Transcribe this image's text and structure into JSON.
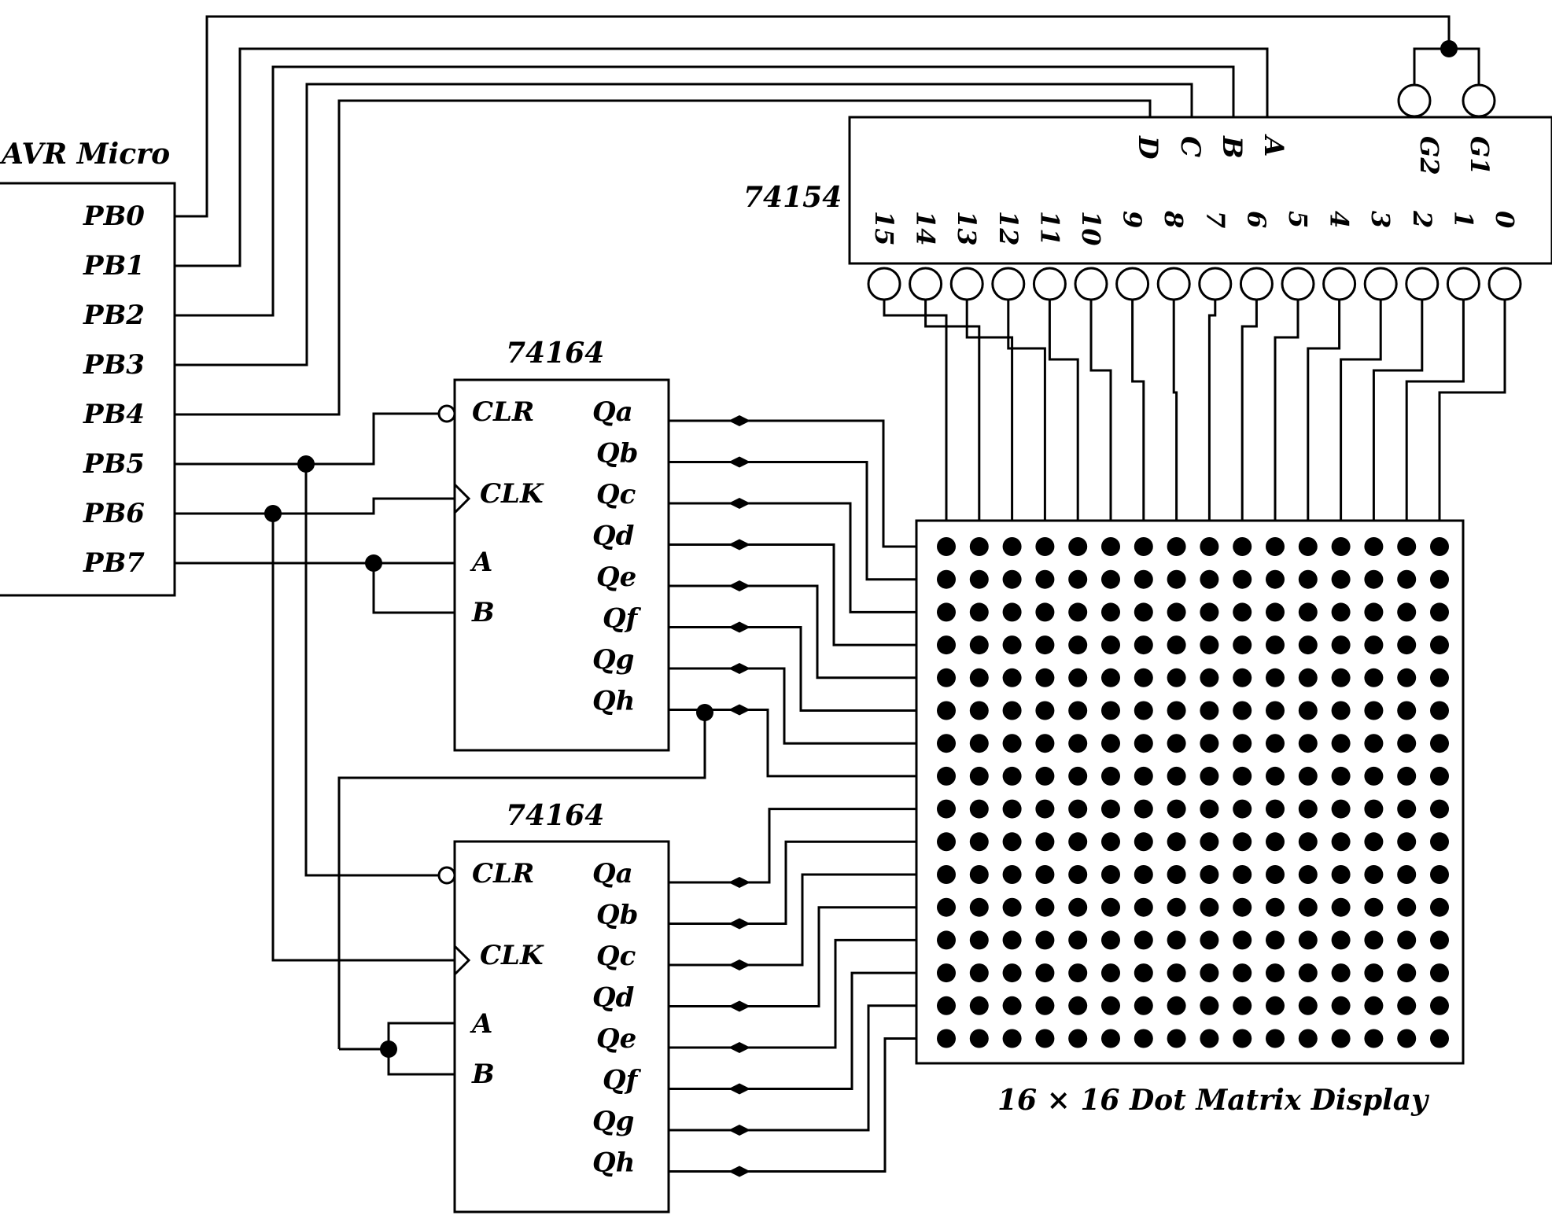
{
  "micro": {
    "title": "AVR Micro",
    "pins": [
      "PB0",
      "PB1",
      "PB2",
      "PB3",
      "PB4",
      "PB5",
      "PB6",
      "PB7"
    ]
  },
  "decoder": {
    "part": "74154",
    "inputs": [
      "D",
      "C",
      "B",
      "A"
    ],
    "enables": [
      "G2",
      "G1"
    ],
    "outputs": [
      "15",
      "14",
      "13",
      "12",
      "11",
      "10",
      "9",
      "8",
      "7",
      "6",
      "5",
      "4",
      "3",
      "2",
      "1",
      "0"
    ]
  },
  "shift_register_top": {
    "part": "74164",
    "inputs": [
      "CLR",
      "CLK",
      "A",
      "B"
    ],
    "outputs": [
      "Qa",
      "Qb",
      "Qc",
      "Qd",
      "Qe",
      "Qf",
      "Qg",
      "Qh"
    ]
  },
  "shift_register_bottom": {
    "part": "74164",
    "inputs": [
      "CLR",
      "CLK",
      "A",
      "B"
    ],
    "outputs": [
      "Qa",
      "Qb",
      "Qc",
      "Qd",
      "Qe",
      "Qf",
      "Qg",
      "Qh"
    ]
  },
  "display": {
    "caption": "16 × 16 Dot Matrix Display",
    "rows": 16,
    "cols": 16
  }
}
